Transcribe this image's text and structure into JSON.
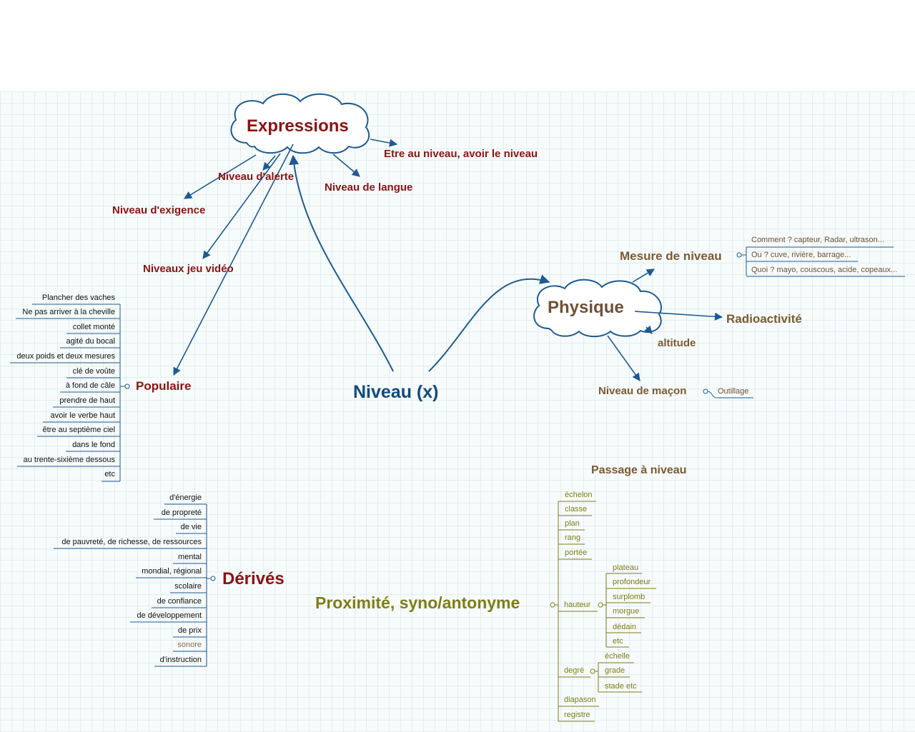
{
  "central": "Niveau (x)",
  "expressions": {
    "title": "Expressions",
    "items": [
      "Etre au niveau, avoir le niveau",
      "Niveau d'alerte",
      "Niveau de langue",
      "Niveau d'exigence",
      "Niveaux jeu vidéo"
    ]
  },
  "populaire": {
    "title": "Populaire",
    "items": [
      "Plancher des vaches",
      "Ne pas arriver à la cheville",
      "collet monté",
      "agité du bocal",
      "deux poids et deux mesures",
      "clé de voûte",
      "à fond de câle",
      "prendre de haut",
      "avoir le verbe haut",
      "être au septième ciel",
      "dans le fond",
      "au trente-sixième dessous",
      "etc"
    ]
  },
  "derives": {
    "title": "Dérivés",
    "items": [
      "d'énergie",
      "de propreté",
      "de vie",
      "de pauvreté, de richesse, de ressources",
      "mental",
      "mondial, régional",
      "scolaire",
      "de confiance",
      "de développement",
      "de prix",
      "sonore",
      "d'instruction"
    ]
  },
  "physique": {
    "title": "Physique",
    "mesure": "Mesure de niveau",
    "mesure_items": [
      "Comment ? capteur, Radar, ultrason...",
      "Ou ? cuve, rivière, barrage...",
      "Quoi ? mayo, couscous, acide, copeaux..."
    ],
    "radioactivite": "Radioactivité",
    "altitude": "altitude",
    "macon": "Niveau de maçon",
    "outillage": "Outillage"
  },
  "passage": "Passage à niveau",
  "proximite": {
    "title": "Proximité, syno/antonyme",
    "items": [
      "échelon",
      "classe",
      "plan",
      "rang",
      "portée"
    ],
    "hauteur": "hauteur",
    "hauteur_items": [
      "plateau",
      "profondeur",
      "surplomb",
      "morgue",
      "dédain",
      "etc"
    ],
    "degre": "degré",
    "degre_items": [
      "échelle",
      "grade",
      "stade etc"
    ],
    "tail_items": [
      "diapason",
      "registre"
    ]
  },
  "colors": {
    "red": "#8a1414",
    "blue": "#124a7d",
    "brown": "#6e5236",
    "olive": "#7f7d17",
    "connector": "#1d5a93"
  }
}
